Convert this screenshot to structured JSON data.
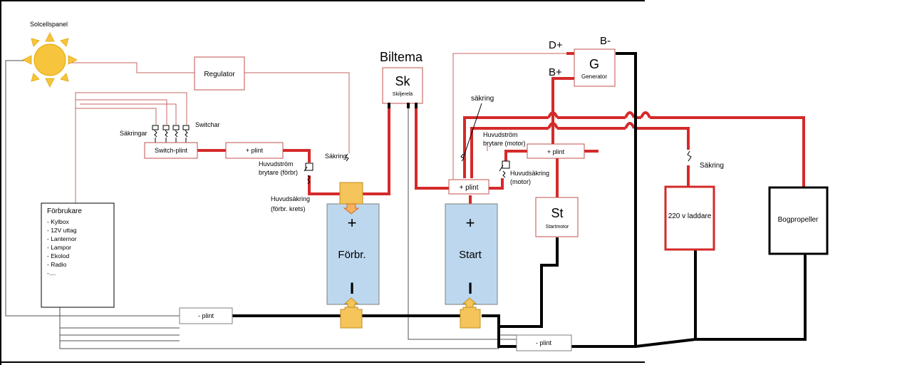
{
  "solar_panel": "Solcellspanel",
  "regulator": "Regulator",
  "biltema": "Biltema",
  "sk": {
    "code": "Sk",
    "name": "Skiljerelä"
  },
  "d_plus": "D+",
  "b_minus": "B-",
  "b_plus": "B+",
  "generator": {
    "code": "G",
    "name": "Generator"
  },
  "sakringar": "Säkringar",
  "switchar": "Switchar",
  "switch_plint": "Switch-plint",
  "plus_plint": "+ plint",
  "sakring_lower": "säkring",
  "sakring_upper": "Säkring",
  "huvudstrom_forbr": [
    "Huvudström",
    "brytare (förbr)"
  ],
  "huvudsakring_forbr": [
    "Huvudsäkring",
    "(förbr. krets)"
  ],
  "huvudstrom_motor": [
    "Huvudström",
    "brytare (motor)"
  ],
  "huvudsakring_motor": [
    "Huvudsäkring",
    "(motor)"
  ],
  "forbrukare": {
    "title": "Förbrukare",
    "items": [
      "- Kylbox",
      "- 12V uttag",
      "- Lanternor",
      "- Lampor",
      "- Ekolod",
      "- Radio",
      "-...."
    ]
  },
  "battery_forbr": {
    "plus": "+",
    "label": "Förbr.",
    "minus": "I"
  },
  "battery_start": {
    "plus": "+",
    "label": "Start",
    "minus": "I"
  },
  "startmotor": {
    "code": "St",
    "name": "Startmotor"
  },
  "charger": "220 v laddare",
  "bogpropeller": "Bogpropeller",
  "minus_plint": "- plint",
  "colors": {
    "red": "#d42a2a",
    "thin_red": "#c86464",
    "black": "#000000",
    "battery": "#bdd7ee",
    "terminal": "#f5c45a",
    "sun": "#f7c43e"
  }
}
